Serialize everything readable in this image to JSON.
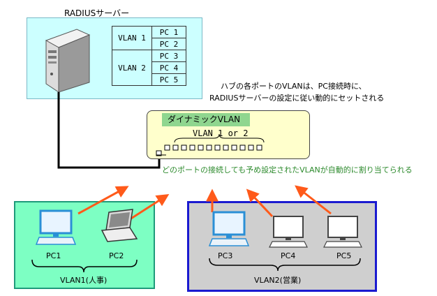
{
  "server": {
    "title": "RADIUSサーバー",
    "table": [
      {
        "vlan": "VLAN 1",
        "pcs": [
          "PC 1",
          "PC 2"
        ]
      },
      {
        "vlan": "VLAN 2",
        "pcs": [
          "PC 3",
          "PC 4",
          "PC 5"
        ]
      }
    ]
  },
  "note": {
    "line1": "ハブの各ポートのVLANは、PC接続時に、",
    "line2": "RADIUSサーバーの設定に従い動的にセットされる"
  },
  "hub": {
    "label": "ダイナミックVLAN",
    "sub": "VLAN 1 or 2"
  },
  "green_note": "どのポートの接続しても予め設定されたVLANが自動的に割り当てられる",
  "groups": {
    "g1": {
      "name": "VLAN1(人事)",
      "pcs": [
        "PC1",
        "PC2"
      ]
    },
    "g2": {
      "name": "VLAN2(営業)",
      "pcs": [
        "PC3",
        "PC4",
        "PC5"
      ]
    }
  },
  "colors": {
    "arrow": "#ff5a1a",
    "server_box": "#ccffff",
    "hub": "#ffffcc",
    "hub_label": "#8fd68f",
    "group1_fill": "#7dffc3",
    "group1_border": "#1e9a7a",
    "group2_fill": "#cfcfcf",
    "group2_border": "#1a1ad0",
    "monitor_blue": "#2a8fd6"
  }
}
